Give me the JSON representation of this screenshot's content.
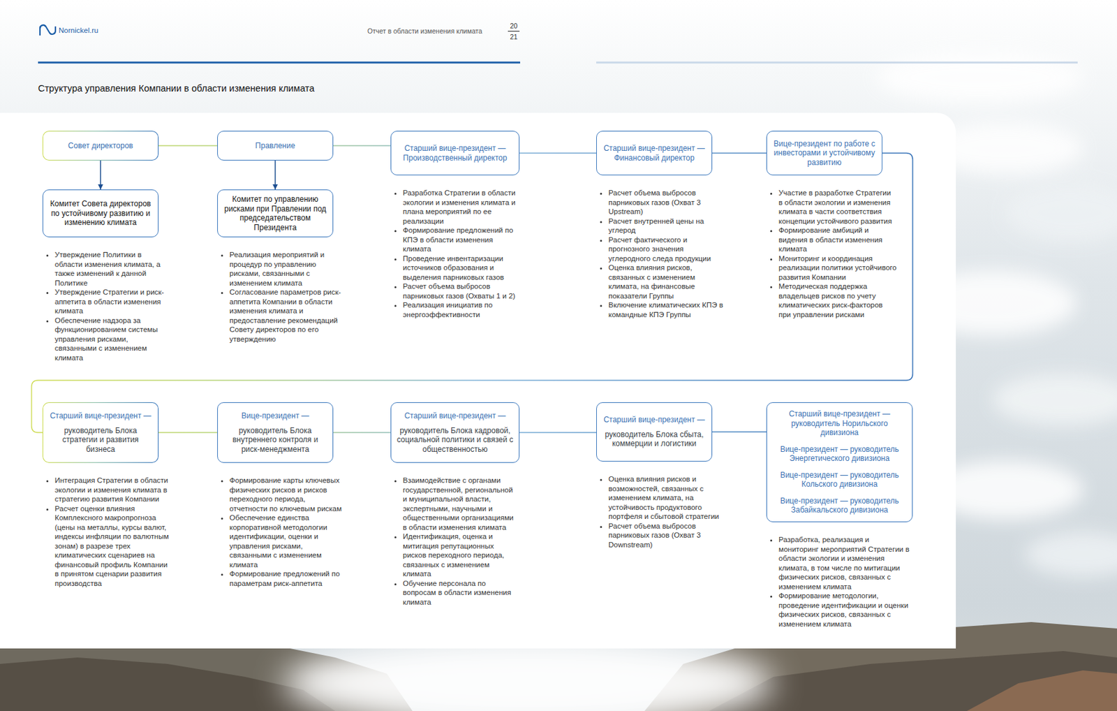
{
  "diagram": {
    "title": "Структура управления Компании в области изменения климата",
    "nodes": [
      {
        "text": [
          "Совет директоров"
        ]
      },
      {
        "text": [
          "Комитет Совета директоров по устойчивому развитию и изменению климата"
        ]
      },
      {
        "text": [
          "Правление"
        ]
      },
      {
        "text": [
          "Комитет по управлению рисками при Правлении под председательством Президента"
        ]
      },
      {
        "text": [
          "Старший вице-президент — Производственный директор"
        ]
      },
      {
        "text": [
          "Старший вице-президент — Финансовый директор"
        ]
      },
      {
        "text": [
          "Вице-президент по работе с инвесторами и устойчивому развитию"
        ]
      },
      {
        "text": [
          "Старший вице-президент —",
          "руководитель Блока стратегии и развития бизнеса"
        ]
      },
      {
        "text": [
          "Вице-президент —",
          "руководитель Блока внутреннего контроля и риск-менеджмента"
        ]
      },
      {
        "text": [
          "Старший вице-президент —",
          "руководитель Блока кадровой, социальной политики и связей с общественностью"
        ]
      },
      {
        "text": [
          "Старший вице-президент —",
          "руководитель Блока сбыта, коммерции и логистики"
        ]
      },
      {
        "text": [
          "Старший вице-президент — руководитель Норильского дивизиона",
          "Вице-президент — руководитель Энергетического дивизиона",
          "Вице-президент — руководитель Кольского дивизиона",
          "Вице-президент — руководитель Забайкальского дивизиона"
        ]
      }
    ],
    "edges": [
      {
        "from": 0,
        "to": 1,
        "arrow": "to"
      },
      {
        "from": 2,
        "to": 3,
        "arrow": "to"
      },
      {
        "from": 0,
        "to": 2,
        "arrow": "none"
      },
      {
        "from": 2,
        "to": 4,
        "arrow": "none"
      },
      {
        "from": 4,
        "to": 5,
        "arrow": "none"
      },
      {
        "from": 5,
        "to": 6,
        "arrow": "none"
      },
      {
        "from": 6,
        "to": 7,
        "arrow": "none"
      },
      {
        "from": 7,
        "to": 8,
        "arrow": "none"
      },
      {
        "from": 8,
        "to": 9,
        "arrow": "none"
      },
      {
        "from": 9,
        "to": 10,
        "arrow": "none"
      },
      {
        "from": 10,
        "to": 11,
        "arrow": "none"
      }
    ],
    "labels": [
      "Nornickel.ru",
      "Отчет в области изменения климата",
      "20",
      "21",
      "Утверждение Политики в области изменения климата, а также изменений к данной Политике",
      "Утверждение Стратегии и риск-аппетита в области изменения климата",
      "Обеспечение надзора за функционированием системы управления рисками, связанными с изменением климата",
      "Реализация мероприятий и процедур по управлению рисками, связанными с изменением климата",
      "Согласование параметров риск-аппетита Компании в области изменения климата и предоставление рекомендаций Совету директоров по его утверждению",
      "Разработка Стратегии в области экологии и изменения климата и плана мероприятий по ее реализации",
      "Формирование предложений по КПЭ в области изменения климата",
      "Проведение инвентаризации источников образования и выделения парниковых газов",
      "Расчет объема выбросов парниковых газов (Охваты 1 и 2)",
      "Реализация инициатив по энергоэффективности",
      "Расчет объема выбросов парниковых газов (Охват 3 Upstream)",
      "Расчет внутренней цены на углерод",
      "Расчет фактического и прогнозного значения углеродного следа продукции",
      "Оценка влияния рисков, связанных с изменением климата, на финансовые показатели Группы",
      "Включение климатических КПЭ в командные КПЭ Группы",
      "Участие в разработке Стратегии в области экологии и изменения климата в части соответствия концепции устойчивого развития",
      "Формирование амбиций и видения в области изменения климата",
      "Мониторинг и координация реализации политики устойчивого развития Компании",
      "Методическая поддержка владельцев рисков по учету климатических риск-факторов при управлении рисками",
      "Интеграция Стратегии в области экологии и изменения климата в стратегию развития Компании",
      "Расчет оценки влияния Комплексного макропрогноза (цены на металлы, курсы валют, индексы инфляции по валютным зонам) в разрезе трех климатических сценариев на финансовый профиль Компании в принятом сценарии развития производства",
      "Формирование карты ключевых физических рисков и рисков переходного периода, отчетности по ключевым рискам",
      "Обеспечение единства корпоративной методологии идентификации, оценки и управления рисками, связанными с изменением климата",
      "Формирование предложений по параметрам риск-аппетита",
      "Взаимодействие с органами государственной, региональной и муниципальной власти, экспертными, научными и общественными организациями в области изменения климата",
      "Идентификация, оценка и митигация репутационных рисков переходного периода, связанных с изменением климата",
      "Обучение персонала по вопросам в области изменения климата",
      "Оценка влияния рисков и возможностей, связанных с изменением климата, на устойчивость продуктового портфеля и сбытовой стратегии",
      "Расчет объема выбросов парниковых газов (Охват 3 Downstream)",
      "Разработка, реализация и мониторинг мероприятий Стратегии в области экологии и изменения климата, в том числе по митигации физических рисков, связанных с изменением климата",
      "Формирование методологии, проведение идентификации и оценки физических рисков, связанных с изменением климата"
    ]
  }
}
